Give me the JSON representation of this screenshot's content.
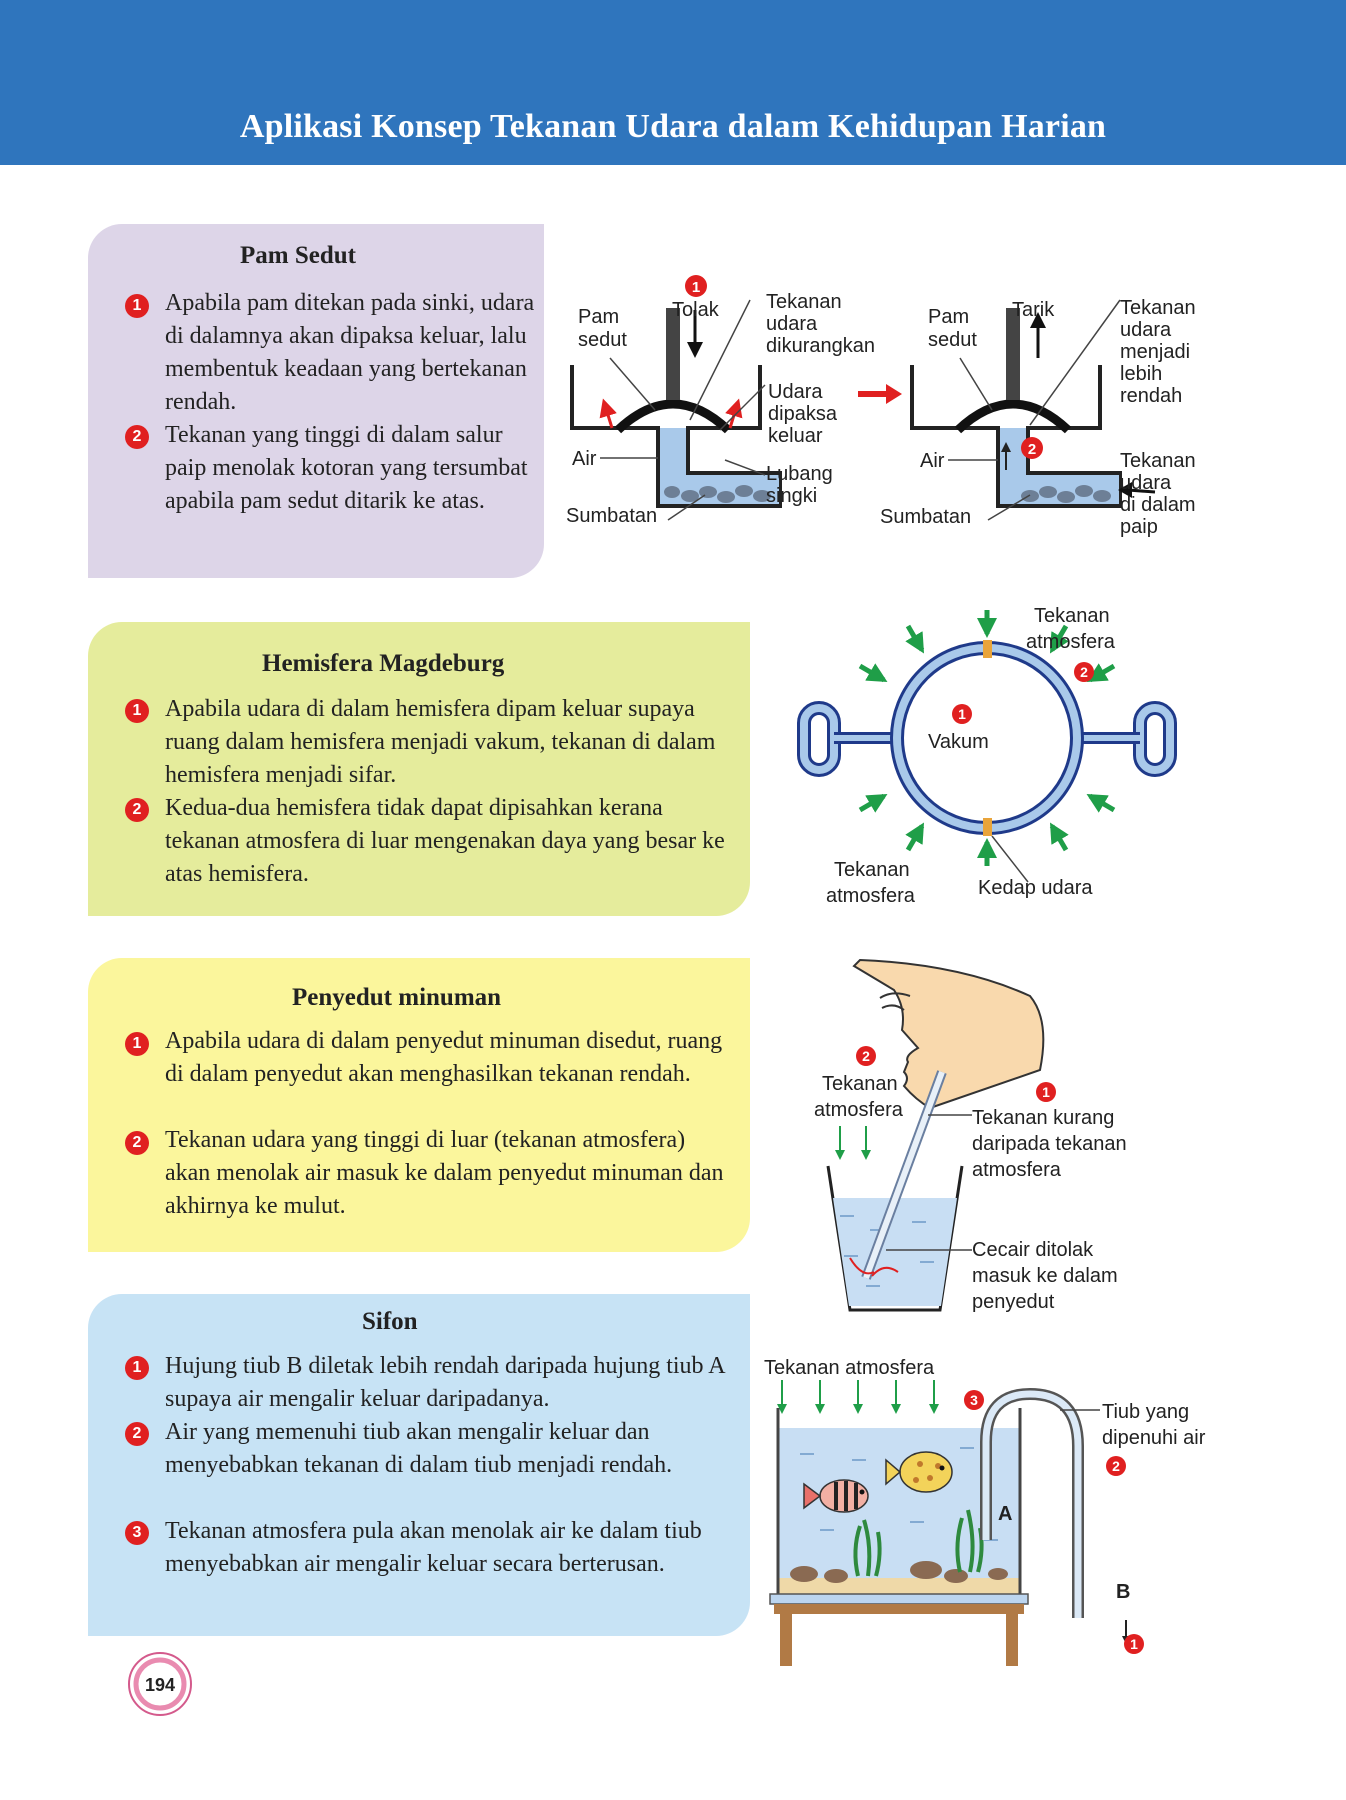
{
  "header": {
    "title": "Aplikasi Konsep Tekanan Udara dalam Kehidupan Harian",
    "color": "#2f75bd"
  },
  "sections": [
    {
      "title": "Pam Sedut",
      "color": "#ddd5e8",
      "points": [
        {
          "n": "1",
          "text": "Apabila pam ditekan pada sinki, udara di dalamnya akan dipaksa keluar, lalu membentuk keadaan yang bertekanan rendah."
        },
        {
          "n": "2",
          "text": "Tekanan yang tinggi di dalam salur paip menolak kotoran yang tersumbat apabila pam sedut ditarik ke atas."
        }
      ]
    },
    {
      "title": "Hemisfera Magdeburg",
      "color": "#e5ec9c",
      "points": [
        {
          "n": "1",
          "text": "Apabila udara di dalam hemisfera dipam keluar supaya ruang dalam hemisfera menjadi vakum, tekanan di dalam hemisfera menjadi sifar."
        },
        {
          "n": "2",
          "text": "Kedua-dua hemisfera tidak dapat dipisahkan kerana tekanan atmosfera di luar mengenakan daya yang besar ke atas hemisfera."
        }
      ]
    },
    {
      "title": "Penyedut minuman",
      "color": "#fbf69c",
      "points": [
        {
          "n": "1",
          "text": "Apabila udara di dalam penyedut minuman disedut, ruang di dalam penyedut akan menghasilkan tekanan rendah."
        },
        {
          "n": "2",
          "text": "Tekanan udara yang tinggi di luar (tekanan atmosfera) akan menolak air masuk ke dalam penyedut minuman dan akhirnya ke mulut."
        }
      ]
    },
    {
      "title": "Sifon",
      "color": "#c7e3f5",
      "points": [
        {
          "n": "1",
          "text": "Hujung tiub B diletak lebih rendah daripada hujung tiub A supaya air mengalir keluar daripadanya."
        },
        {
          "n": "2",
          "text": "Air yang memenuhi tiub akan mengalir keluar dan menyebabkan tekanan di dalam tiub menjadi rendah."
        },
        {
          "n": "3",
          "text": "Tekanan atmosfera pula akan menolak air ke dalam tiub menyebabkan air mengalir keluar secara berterusan."
        }
      ]
    }
  ],
  "pump": {
    "tolak": "Tolak",
    "pam_sedut": [
      "Pam",
      "sedut"
    ],
    "tekanan_dikurangkan": [
      "Tekanan",
      "udara",
      "dikurangkan"
    ],
    "udara_keluar": [
      "Udara",
      "dipaksa",
      "keluar"
    ],
    "air": "Air",
    "lubang": [
      "Lubang",
      "singki"
    ],
    "sumbatan": "Sumbatan",
    "tarik": "Tarik",
    "tekanan_rendah": [
      "Tekanan",
      "udara",
      "menjadi",
      "lebih",
      "rendah"
    ],
    "tekanan_paip": [
      "Tekanan",
      "udara",
      "di dalam",
      "paip"
    ],
    "n1": "1",
    "n2": "2"
  },
  "magdeburg": {
    "tekanan_top": [
      "Tekanan",
      "atmosfera"
    ],
    "tekanan_bottom": [
      "Tekanan",
      "atmosfera"
    ],
    "vakum": "Vakum",
    "kedap": "Kedap udara",
    "n1": "1",
    "n2": "2"
  },
  "straw": {
    "tekanan": [
      "Tekanan",
      "atmosfera"
    ],
    "kurang": [
      "Tekanan kurang",
      "daripada tekanan",
      "atmosfera"
    ],
    "cecair": [
      "Cecair ditolak",
      "masuk ke dalam",
      "penyedut"
    ],
    "n1": "1",
    "n2": "2"
  },
  "siphon": {
    "tekanan": "Tekanan atmosfera",
    "tiub": [
      "Tiub yang",
      "dipenuhi air"
    ],
    "a": "A",
    "b": "B",
    "n1": "1",
    "n2": "2",
    "n3": "3"
  },
  "page_number": "194"
}
